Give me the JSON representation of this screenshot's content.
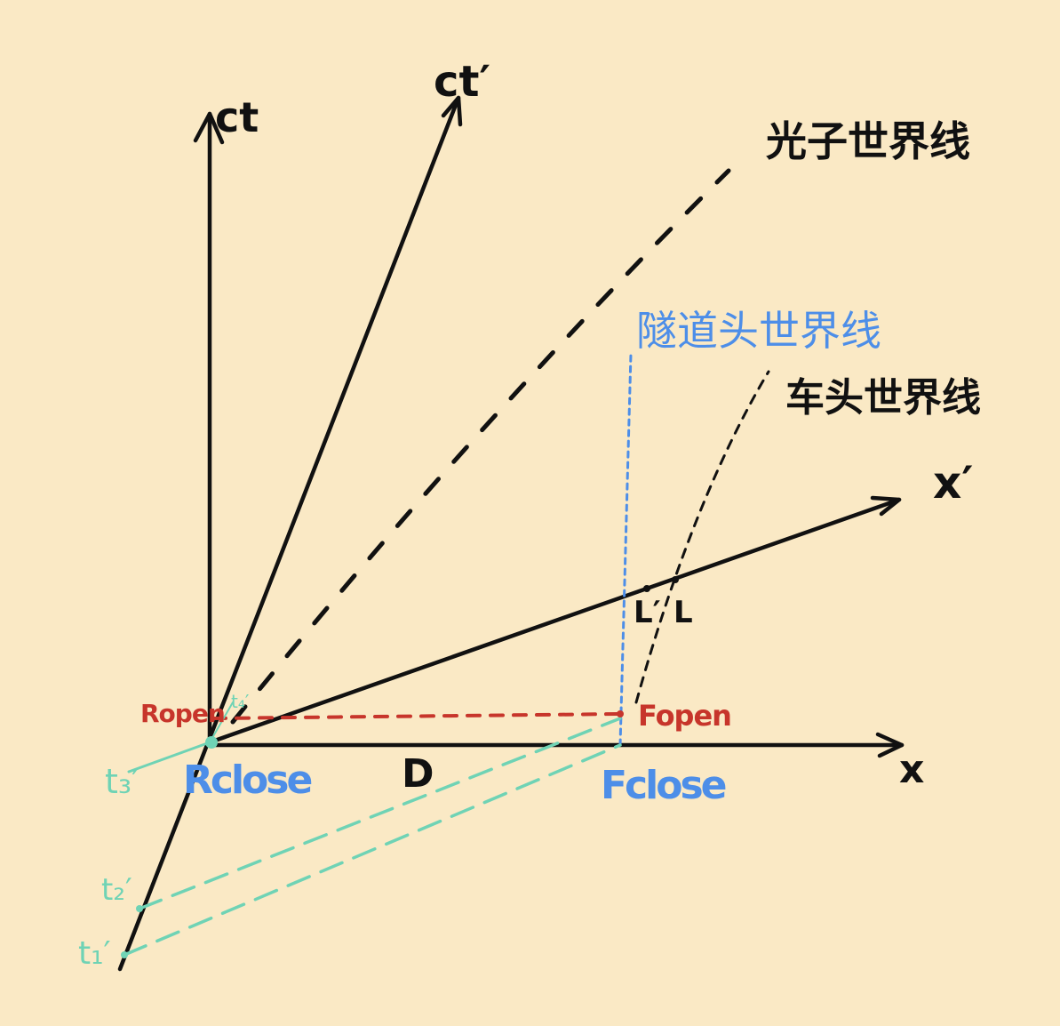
{
  "colors": {
    "background": "#fae9c5",
    "ink": "#111111",
    "red": "#c7352b",
    "blue": "#4d8ee8",
    "teal": "#6fd3b5"
  },
  "axes": {
    "ct": "ct",
    "ct_prime": "ct′",
    "x": "x",
    "x_prime": "x′"
  },
  "worldlines": {
    "photon": "光子世界线",
    "tunnel_head": "隧道头世界线",
    "train_head": "车头世界线"
  },
  "events": {
    "r_open": "Ropen",
    "r_close": "Rclose",
    "f_open": "Fopen",
    "f_close": "Fclose"
  },
  "lengths": {
    "d": "D",
    "l_prime": "L′",
    "l": "L"
  },
  "times": {
    "t1": "t₁′",
    "t2": "t₂′",
    "t3": "t₃′",
    "t4": "t₄′"
  }
}
